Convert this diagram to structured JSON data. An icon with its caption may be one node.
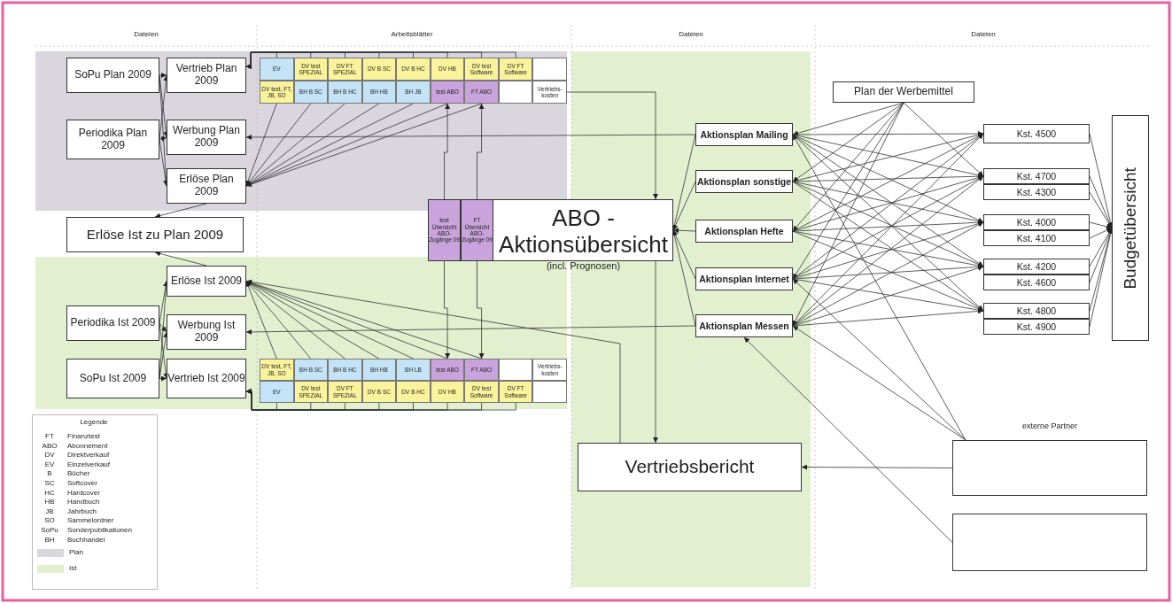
{
  "diagram": {
    "nodes": [
      {
        "text": [
          "SoPu Plan 2009"
        ]
      },
      {
        "text": [
          "Periodika Plan 2009"
        ]
      },
      {
        "text": [
          "Vertrieb Plan 2009"
        ]
      },
      {
        "text": [
          "Werbung Plan 2009"
        ]
      },
      {
        "text": [
          "Erlöse Plan 2009"
        ]
      },
      {
        "text": [
          "Erlöse Ist zu Plan 2009"
        ]
      },
      {
        "text": [
          "Erlöse Ist 2009"
        ]
      },
      {
        "text": [
          "Periodika Ist 2009"
        ]
      },
      {
        "text": [
          "Werbung Ist 2009"
        ]
      },
      {
        "text": [
          "SoPu Ist 2009"
        ]
      },
      {
        "text": [
          "Vertrieb Ist 2009"
        ]
      },
      {
        "text": [],
        "shape": "box"
      },
      {
        "text": [
          "EV"
        ],
        "in": 11
      },
      {
        "text": [
          "DV test SPEZIAL"
        ],
        "in": 11
      },
      {
        "text": [
          "DV FT SPEZIAL"
        ],
        "in": 11
      },
      {
        "text": [
          "DV B SC"
        ],
        "in": 11
      },
      {
        "text": [
          "DV B HC"
        ],
        "in": 11
      },
      {
        "text": [
          "DV HB"
        ],
        "in": 11
      },
      {
        "text": [
          "DV test Software"
        ],
        "in": 11
      },
      {
        "text": [
          "DV FT Software"
        ],
        "in": 11
      },
      {
        "text": [],
        "shape": "box",
        "in": 11
      },
      {
        "text": [
          "DV test, FT, JB, SO"
        ],
        "in": 11
      },
      {
        "text": [
          "BH B SC"
        ],
        "in": 11
      },
      {
        "text": [
          "BH B HC"
        ],
        "in": 11
      },
      {
        "text": [
          "BH HB"
        ],
        "in": 11
      },
      {
        "text": [
          "BH JB"
        ],
        "in": 11
      },
      {
        "text": [
          "test ABO"
        ],
        "in": 11
      },
      {
        "text": [
          "FT ABO"
        ],
        "in": 11
      },
      {
        "text": [],
        "shape": "box",
        "in": 11
      },
      {
        "text": [
          "Vertriebs-kosten"
        ],
        "in": 11
      },
      {
        "text": [
          "ABO - Aktionsübersicht",
          "(incl. Prognosen)"
        ]
      },
      {
        "text": [
          "test Übersicht ABO-Zugänge 09"
        ],
        "in": 30
      },
      {
        "text": [
          "FT Übersicht ABO-Zugänge 09"
        ],
        "in": 30
      },
      {
        "text": [],
        "shape": "box"
      },
      {
        "text": [
          "DV test, FT, JB, SO"
        ],
        "in": 33
      },
      {
        "text": [
          "BH B SC"
        ],
        "in": 33
      },
      {
        "text": [
          "BH B HC"
        ],
        "in": 33
      },
      {
        "text": [
          "BH HB"
        ],
        "in": 33
      },
      {
        "text": [
          "BH LB"
        ],
        "in": 33
      },
      {
        "text": [
          "test ABO"
        ],
        "in": 33
      },
      {
        "text": [
          "FT ABO"
        ],
        "in": 33
      },
      {
        "text": [],
        "shape": "box",
        "in": 33
      },
      {
        "text": [
          "Vertriebs-kosten"
        ],
        "in": 33
      },
      {
        "text": [
          "EV"
        ],
        "in": 33
      },
      {
        "text": [
          "DV test SPEZIAL"
        ],
        "in": 33
      },
      {
        "text": [
          "DV FT SPEZIAL"
        ],
        "in": 33
      },
      {
        "text": [
          "DV B SC"
        ],
        "in": 33
      },
      {
        "text": [
          "DV B HC"
        ],
        "in": 33
      },
      {
        "text": [
          "DV HB"
        ],
        "in": 33
      },
      {
        "text": [
          "DV test Software"
        ],
        "in": 33
      },
      {
        "text": [
          "DV FT Software"
        ],
        "in": 33
      },
      {
        "text": [],
        "shape": "box",
        "in": 33
      },
      {
        "text": [
          "Aktionsplan Mailing"
        ]
      },
      {
        "text": [
          "Aktionsplan sonstige"
        ]
      },
      {
        "text": [
          "Aktionsplan Hefte"
        ]
      },
      {
        "text": [
          "Aktionsplan Internet"
        ]
      },
      {
        "text": [
          "Aktionsplan Messen"
        ]
      },
      {
        "text": [
          "Plan der Werbemittel"
        ]
      },
      {
        "text": [
          "Kst. 4500"
        ]
      },
      {
        "text": [
          "Kst. 4700"
        ]
      },
      {
        "text": [
          "Kst. 4300"
        ]
      },
      {
        "text": [
          "Kst. 4000"
        ]
      },
      {
        "text": [
          "Kst. 4100"
        ]
      },
      {
        "text": [
          "Kst. 4200"
        ]
      },
      {
        "text": [
          "Kst. 4600"
        ]
      },
      {
        "text": [
          "Kst. 4800"
        ]
      },
      {
        "text": [
          "Kst. 4900"
        ]
      },
      {
        "text": [
          "Budgetübersicht"
        ]
      },
      {
        "text": [
          "Vertriebsbericht"
        ]
      },
      {
        "text": [],
        "shape": "box"
      },
      {
        "text": [],
        "shape": "box"
      }
    ],
    "edges": [
      {
        "from": 0,
        "to": 2,
        "arrow": "to"
      },
      {
        "from": 0,
        "to": 3,
        "arrow": "to"
      },
      {
        "from": 0,
        "to": 4,
        "arrow": "to"
      },
      {
        "from": 1,
        "to": 2,
        "arrow": "to"
      },
      {
        "from": 1,
        "to": 3,
        "arrow": "to"
      },
      {
        "from": 1,
        "to": 4,
        "arrow": "to"
      },
      {
        "from": 4,
        "to": 5,
        "arrow": "to"
      },
      {
        "from": 6,
        "to": 5,
        "arrow": "to"
      },
      {
        "from": 7,
        "to": 6,
        "arrow": "to"
      },
      {
        "from": 7,
        "to": 8,
        "arrow": "to"
      },
      {
        "from": 7,
        "to": 10,
        "arrow": "to"
      },
      {
        "from": 9,
        "to": 6,
        "arrow": "to"
      },
      {
        "from": 9,
        "to": 8,
        "arrow": "to"
      },
      {
        "from": 9,
        "to": 10,
        "arrow": "to"
      },
      {
        "from": 12,
        "to": 2,
        "arrow": "to"
      },
      {
        "from": 13,
        "to": 2,
        "arrow": "to"
      },
      {
        "from": 14,
        "to": 2,
        "arrow": "to"
      },
      {
        "from": 15,
        "to": 2,
        "arrow": "to"
      },
      {
        "from": 16,
        "to": 2,
        "arrow": "to"
      },
      {
        "from": 17,
        "to": 2,
        "arrow": "to"
      },
      {
        "from": 18,
        "to": 2,
        "arrow": "to"
      },
      {
        "from": 19,
        "to": 2,
        "arrow": "to"
      },
      {
        "from": 21,
        "to": 4,
        "arrow": "to"
      },
      {
        "from": 22,
        "to": 4,
        "arrow": "to"
      },
      {
        "from": 23,
        "to": 4,
        "arrow": "to"
      },
      {
        "from": 24,
        "to": 4,
        "arrow": "to"
      },
      {
        "from": 25,
        "to": 4,
        "arrow": "to"
      },
      {
        "from": 26,
        "to": 4,
        "arrow": "to"
      },
      {
        "from": 27,
        "to": 4,
        "arrow": "to"
      },
      {
        "from": 29,
        "to": 30,
        "arrow": "to"
      },
      {
        "from": 31,
        "to": 26,
        "arrow": "to"
      },
      {
        "from": 32,
        "to": 27,
        "arrow": "to"
      },
      {
        "from": 34,
        "to": 6,
        "arrow": "to"
      },
      {
        "from": 35,
        "to": 6,
        "arrow": "to"
      },
      {
        "from": 36,
        "to": 6,
        "arrow": "to"
      },
      {
        "from": 37,
        "to": 6,
        "arrow": "to"
      },
      {
        "from": 38,
        "to": 6,
        "arrow": "to"
      },
      {
        "from": 39,
        "to": 6,
        "arrow": "to"
      },
      {
        "from": 40,
        "to": 6,
        "arrow": "to"
      },
      {
        "from": 43,
        "to": 10,
        "arrow": "to"
      },
      {
        "from": 44,
        "to": 10,
        "arrow": "to"
      },
      {
        "from": 45,
        "to": 10,
        "arrow": "to"
      },
      {
        "from": 46,
        "to": 10,
        "arrow": "to"
      },
      {
        "from": 47,
        "to": 10,
        "arrow": "to"
      },
      {
        "from": 48,
        "to": 10,
        "arrow": "to"
      },
      {
        "from": 49,
        "to": 10,
        "arrow": "to"
      },
      {
        "from": 50,
        "to": 10,
        "arrow": "to"
      },
      {
        "from": 31,
        "to": 39,
        "arrow": "to"
      },
      {
        "from": 32,
        "to": 40,
        "arrow": "to"
      },
      {
        "from": 52,
        "to": 3,
        "arrow": "to"
      },
      {
        "from": 56,
        "to": 8,
        "arrow": "to"
      },
      {
        "from": 52,
        "to": 30,
        "arrow": "to"
      },
      {
        "from": 53,
        "to": 30,
        "arrow": "to"
      },
      {
        "from": 54,
        "to": 30,
        "arrow": "to"
      },
      {
        "from": 55,
        "to": 30,
        "arrow": "to"
      },
      {
        "from": 56,
        "to": 30,
        "arrow": "to"
      },
      {
        "from": 57,
        "to": 52,
        "arrow": "to"
      },
      {
        "from": 57,
        "to": 53,
        "arrow": "to"
      },
      {
        "from": 57,
        "to": 54,
        "arrow": "to"
      },
      {
        "from": 57,
        "to": 55,
        "arrow": "to"
      },
      {
        "from": 57,
        "to": 56,
        "arrow": "to"
      },
      {
        "from": 57,
        "to": 59,
        "arrow": "to"
      },
      {
        "from": 52,
        "to": 58,
        "arrow": "to"
      },
      {
        "from": 52,
        "to": 59,
        "arrow": "to"
      },
      {
        "from": 52,
        "to": 61,
        "arrow": "to"
      },
      {
        "from": 52,
        "to": 63,
        "arrow": "to"
      },
      {
        "from": 52,
        "to": 65,
        "arrow": "to"
      },
      {
        "from": 53,
        "to": 58,
        "arrow": "to"
      },
      {
        "from": 53,
        "to": 59,
        "arrow": "to"
      },
      {
        "from": 53,
        "to": 61,
        "arrow": "to"
      },
      {
        "from": 53,
        "to": 63,
        "arrow": "to"
      },
      {
        "from": 53,
        "to": 65,
        "arrow": "to"
      },
      {
        "from": 54,
        "to": 58,
        "arrow": "to"
      },
      {
        "from": 54,
        "to": 59,
        "arrow": "to"
      },
      {
        "from": 54,
        "to": 61,
        "arrow": "to"
      },
      {
        "from": 54,
        "to": 63,
        "arrow": "to"
      },
      {
        "from": 54,
        "to": 65,
        "arrow": "to"
      },
      {
        "from": 55,
        "to": 58,
        "arrow": "to"
      },
      {
        "from": 55,
        "to": 59,
        "arrow": "to"
      },
      {
        "from": 55,
        "to": 61,
        "arrow": "to"
      },
      {
        "from": 55,
        "to": 63,
        "arrow": "to"
      },
      {
        "from": 55,
        "to": 65,
        "arrow": "to"
      },
      {
        "from": 56,
        "to": 58,
        "arrow": "to"
      },
      {
        "from": 56,
        "to": 59,
        "arrow": "to"
      },
      {
        "from": 56,
        "to": 61,
        "arrow": "to"
      },
      {
        "from": 56,
        "to": 63,
        "arrow": "to"
      },
      {
        "from": 56,
        "to": 65,
        "arrow": "to"
      },
      {
        "from": 58,
        "to": 67,
        "arrow": "to"
      },
      {
        "from": 59,
        "to": 67,
        "arrow": "to"
      },
      {
        "from": 60,
        "to": 67,
        "arrow": "to"
      },
      {
        "from": 61,
        "to": 67,
        "arrow": "to"
      },
      {
        "from": 62,
        "to": 67,
        "arrow": "to"
      },
      {
        "from": 63,
        "to": 67,
        "arrow": "to"
      },
      {
        "from": 64,
        "to": 67,
        "arrow": "to"
      },
      {
        "from": 65,
        "to": 67,
        "arrow": "to"
      },
      {
        "from": 66,
        "to": 67,
        "arrow": "to"
      },
      {
        "from": 68,
        "to": 6,
        "arrow": "to"
      },
      {
        "from": 30,
        "to": 68,
        "arrow": "to"
      },
      {
        "from": 69,
        "to": 68,
        "arrow": "to"
      },
      {
        "from": 69,
        "to": 52,
        "arrow": "to"
      },
      {
        "from": 69,
        "to": 55,
        "arrow": "to"
      },
      {
        "from": 69,
        "to": 56,
        "arrow": "to"
      },
      {
        "from": 70,
        "to": 56,
        "arrow": "to"
      }
    ],
    "labels": [
      "Dateien",
      "Arbeitsblätter",
      "Dateien",
      "Dateien",
      "Legende",
      "FT",
      "Finanztest",
      "ABO",
      "Abonnement",
      "DV",
      "Direktverkauf",
      "EV",
      "Einzelverkauf",
      "B",
      "Bücher",
      "SC",
      "Softcover",
      "HC",
      "Hardcover",
      "HB",
      "Handbuch",
      "JB",
      "Jahrbuch",
      "SO",
      "Sammelordner",
      "SoPu",
      "Sonderpublikationen",
      "BH",
      "Buchhandel",
      "externe Partner"
    ],
    "legend": [
      {
        "text": "Plan",
        "color": "#d9d6de"
      },
      {
        "text": "Ist",
        "color": "#e2f0d0"
      }
    ]
  }
}
